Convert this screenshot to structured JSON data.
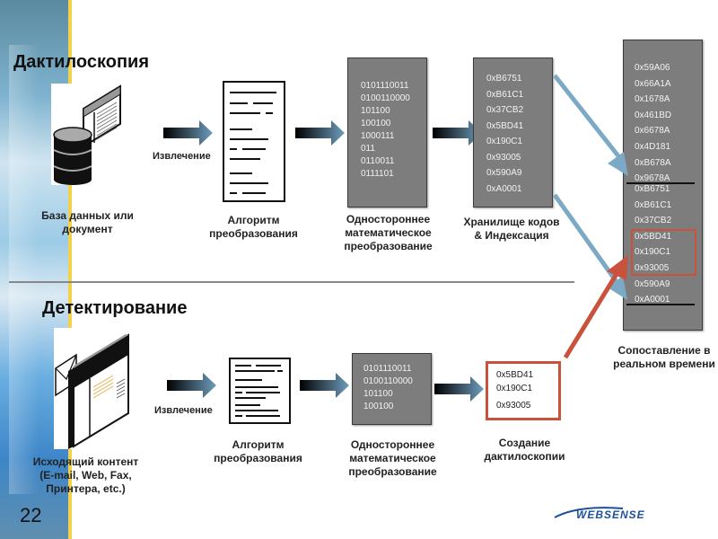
{
  "slide_number": "22",
  "logo_text": "WEBSENSE",
  "colors": {
    "accent_yellow": "#f2d24a",
    "box_gray": "#7d7d7d",
    "flow_arrow_blue": "#7ba9c6",
    "match_red": "#c8523b"
  },
  "fingerprinting": {
    "title": "Дактилоскопия",
    "source_caption": "База данных или документ",
    "extract_label": "Извлечение",
    "algorithm_caption": "Алгоритм преобразования",
    "hash_caption": "Одностороннее математическое преобразование",
    "hash_values": [
      "0101110011",
      "0100110000",
      "101100",
      "100100",
      "1000111",
      "011",
      "0110011",
      "0111101"
    ],
    "storage_caption": "Хранилище кодов & Индексация",
    "storage_codes": [
      "0xB6751",
      "0xB61C1",
      "0x37CB2",
      "0x5BD41",
      "0x190C1",
      "0x93005",
      "0x590A9",
      "0xA0001"
    ]
  },
  "detection": {
    "title": "Детектирование",
    "source_caption": "Исходящий контент (E-mail, Web, Fax, Принтера, etc.)",
    "extract_label": "Извлечение",
    "algorithm_caption": "Алгоритм преобразования",
    "hash_caption": "Одностороннее математическое преобразование",
    "hash_values": [
      "0101110011",
      "0100110000",
      "101100",
      "100100"
    ],
    "fingerprint_caption": "Создание дактилоскопии",
    "fingerprint_codes": [
      "0x5BD41",
      "0x190C1",
      "0x93005"
    ]
  },
  "matching": {
    "caption": "Сопоставление в реальном времени",
    "codes_upper": [
      "0x59A06",
      "0x66A1A",
      "0x1678A",
      "0x461BD",
      "0x6678A",
      "0x4D181",
      "0xB678A",
      "0x9678A"
    ],
    "codes_lower": [
      "0xB6751",
      "0xB61C1",
      "0x37CB2",
      "0x5BD41",
      "0x190C1",
      "0x93005",
      "0x590A9",
      "0xA0001"
    ]
  }
}
